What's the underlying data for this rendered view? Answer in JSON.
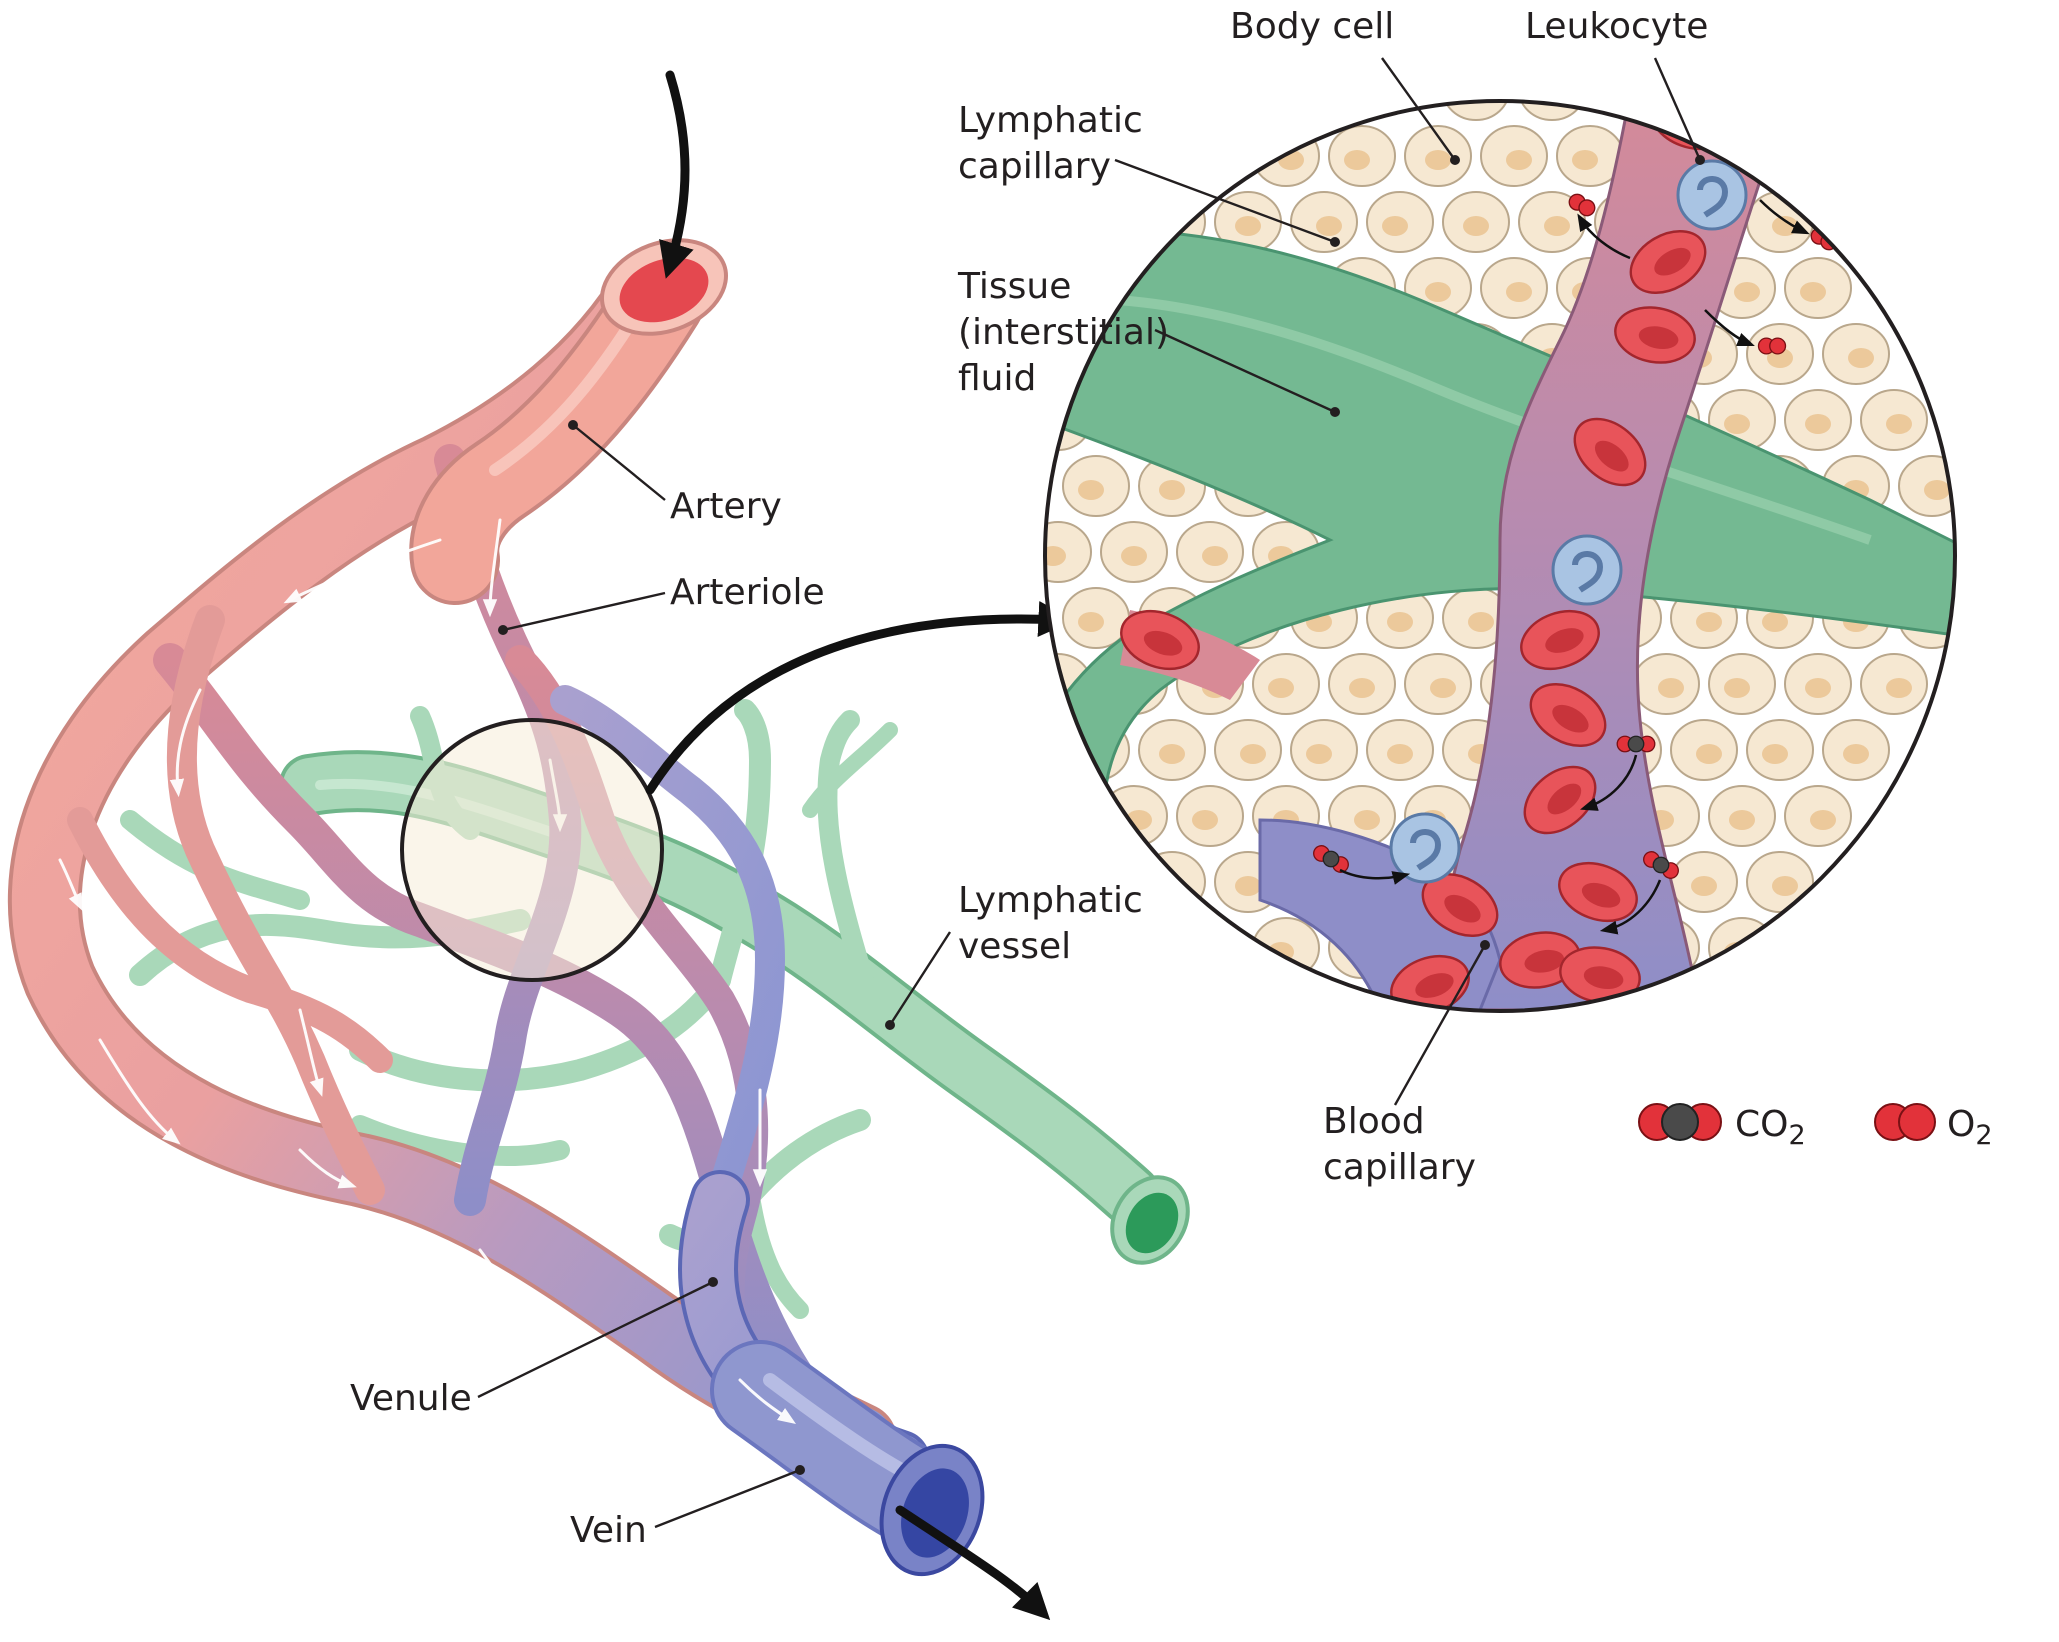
{
  "labels": {
    "body_cell": "Body cell",
    "leukocyte": "Leukocyte",
    "lymphatic_capillary_1": "Lymphatic",
    "lymphatic_capillary_2": "capillary",
    "tissue_fluid_1": "Tissue",
    "tissue_fluid_2": "(interstitial)",
    "tissue_fluid_3": "fluid",
    "artery": "Artery",
    "arteriole": "Arteriole",
    "lymphatic_vessel_1": "Lymphatic",
    "lymphatic_vessel_2": "vessel",
    "venule": "Venule",
    "vein": "Vein",
    "blood_capillary_1": "Blood",
    "blood_capillary_2": "capillary"
  },
  "legend": {
    "co2_main": "CO",
    "co2_sub": "2",
    "o2_main": "O",
    "o2_sub": "2"
  },
  "colors": {
    "artery": "#f2a69a",
    "artery_dark": "#e47f76",
    "vein": "#8f97cf",
    "vein_dark": "#5b67b5",
    "lymph": "#a9d8b9",
    "lymph_dark": "#6fb58a",
    "lymph_capillary": "#74b992",
    "body_cell": "#f6e8d2",
    "nucleus": "#ecc99b",
    "rbc": "#e8545a",
    "leukocyte": "#a9c4e3",
    "co2_carbon": "#4a4a4a",
    "o2_atom": "#e2323a"
  }
}
